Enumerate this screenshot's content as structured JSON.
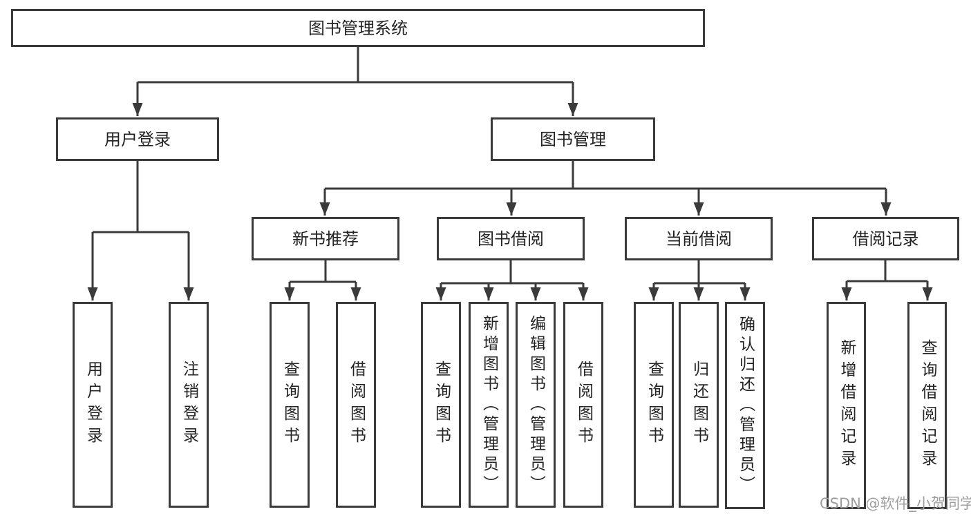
{
  "diagram_title": "图书管理系统",
  "tree": {
    "label": "图书管理系统",
    "children": [
      {
        "label": "用户登录",
        "children": [
          {
            "label": "用户登录"
          },
          {
            "label": "注销登录"
          }
        ]
      },
      {
        "label": "图书管理",
        "children": [
          {
            "label": "新书推荐",
            "children": [
              {
                "label": "查询图书"
              },
              {
                "label": "借阅图书"
              }
            ]
          },
          {
            "label": "图书借阅",
            "children": [
              {
                "label": "查询图书"
              },
              {
                "label": "新增图书（管理员）"
              },
              {
                "label": "编辑图书（管理员）"
              },
              {
                "label": "借阅图书"
              }
            ]
          },
          {
            "label": "当前借阅",
            "children": [
              {
                "label": "查询图书"
              },
              {
                "label": "归还图书"
              },
              {
                "label": "确认归还（管理员）"
              }
            ]
          },
          {
            "label": "借阅记录",
            "children": [
              {
                "label": "新增借阅记录"
              },
              {
                "label": "查询借阅记录"
              }
            ]
          }
        ]
      }
    ]
  },
  "watermark": {
    "text": "CSDN @软件_小贺同学"
  },
  "colors": {
    "line": "#3a3a3a",
    "box_border": "#3a3a3a",
    "text": "#242424",
    "watermark": "#9e9e9e",
    "background": "#ffffff"
  }
}
